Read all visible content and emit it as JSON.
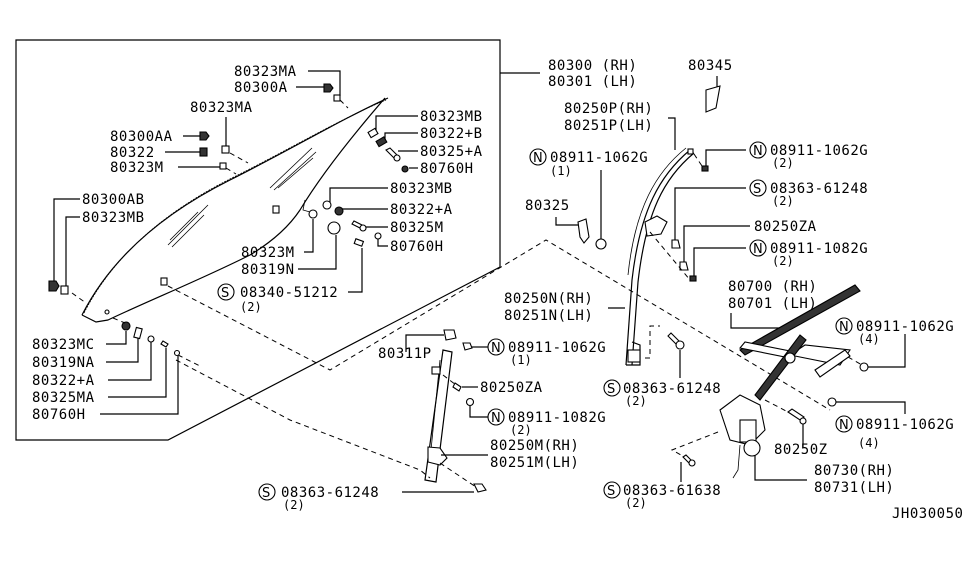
{
  "diagram": {
    "reference_code": "JH030050",
    "labels": {
      "glass_rh": "80300 (RH)",
      "glass_lh": "80301 (LH)",
      "l_80323MA_top": "80323MA",
      "l_80300A": "80300A",
      "l_80323MA_mid": "80323MA",
      "l_80300AA": "80300AA",
      "l_80322": "80322",
      "l_80323M_left": "80323M",
      "l_80323MB_r1": "80323MB",
      "l_80322B": "80322+B",
      "l_80325A": "80325+A",
      "l_80760H_r1": "80760H",
      "l_80323MB_r2": "80323MB",
      "l_80322A_r2": "80322+A",
      "l_80325M": "80325M",
      "l_80760H_r2": "80760H",
      "l_80323M_c": "80323M",
      "l_80319N": "80319N",
      "l_s08340": "08340-51212",
      "q_s08340": "(2)",
      "l_80300AB": "80300AB",
      "l_80323MB_left": "80323MB",
      "l_80323MC": "80323MC",
      "l_80319NA": "80319NA",
      "l_80322A_bl": "80322+A",
      "l_80325MA": "80325MA",
      "l_80760H_bl": "80760H",
      "l_80345": "80345",
      "l_80250P": "80250P(RH)",
      "l_80251P": "80251P(LH)",
      "l_n08911_1062G_1": "08911-1062G",
      "q_n08911_1062G_1": "(1)",
      "l_n08911_1062G_2": "08911-1062G",
      "q_n08911_1062G_2": "(2)",
      "l_s08363_61248_r": "08363-61248",
      "q_s08363_61248_r": "(2)",
      "l_80250ZA_r": "80250ZA",
      "l_n08911_1082G_r": "08911-1082G",
      "q_n08911_1082G_r": "(2)",
      "l_80325": "80325",
      "l_80700": "80700 (RH)",
      "l_80701": "80701 (LH)",
      "l_80250N": "80250N(RH)",
      "l_80251N": "80251N(LH)",
      "l_n08911_1062G_4a": "08911-1062G",
      "q_n08911_1062G_4a": "(4)",
      "l_80311P": "80311P",
      "l_n08911_1062G_c1": "08911-1062G",
      "q_n08911_1062G_c1": "(1)",
      "l_80250ZA_c": "80250ZA",
      "l_s08363_61248_c": "08363-61248",
      "q_s08363_61248_c": "(2)",
      "l_n08911_1082G_c": "08911-1082G",
      "q_n08911_1082G_c": "(2)",
      "l_80250M": "80250M(RH)",
      "l_80251M": "80251M(LH)",
      "l_n08911_1062G_4b": "08911-1062G",
      "q_n08911_1062G_4b": "(4)",
      "l_80250Z": "80250Z",
      "l_80730": "80730(RH)",
      "l_80731": "80731(LH)",
      "l_s08363_61638": "08363-61638",
      "q_s08363_61638": "(2)",
      "l_s08363_61248_b": "08363-61248",
      "q_s08363_61248_b": "(2)"
    },
    "symbols": {
      "n": "N",
      "s": "S"
    }
  }
}
